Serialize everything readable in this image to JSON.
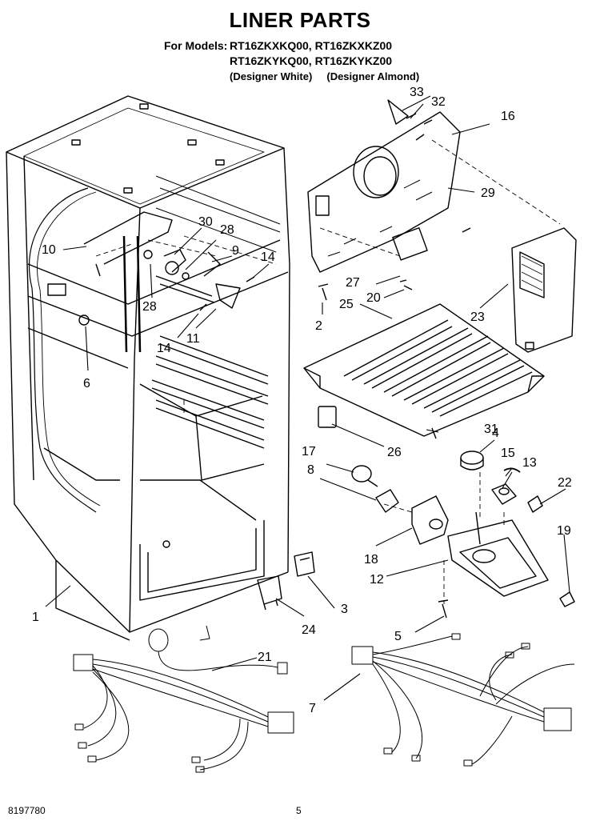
{
  "header": {
    "title": "LINER PARTS",
    "models_label": "For Models:",
    "model_lines": [
      "RT16ZKXKQ00, RT16ZKXKZ00",
      "RT16ZKYKQ00, RT16ZKYKZ00"
    ],
    "finish_white": "(Designer White)",
    "finish_almond": "(Designer Almond)"
  },
  "callouts": [
    "1",
    "2",
    "3",
    "4",
    "5",
    "6",
    "7",
    "8",
    "9",
    "10",
    "11",
    "12",
    "13",
    "14",
    "14",
    "15",
    "16",
    "17",
    "18",
    "19",
    "20",
    "21",
    "22",
    "23",
    "24",
    "25",
    "26",
    "27",
    "28",
    "28",
    "29",
    "30",
    "31",
    "32",
    "33"
  ],
  "footer": {
    "doc_number": "8197780",
    "page_number": "5"
  }
}
